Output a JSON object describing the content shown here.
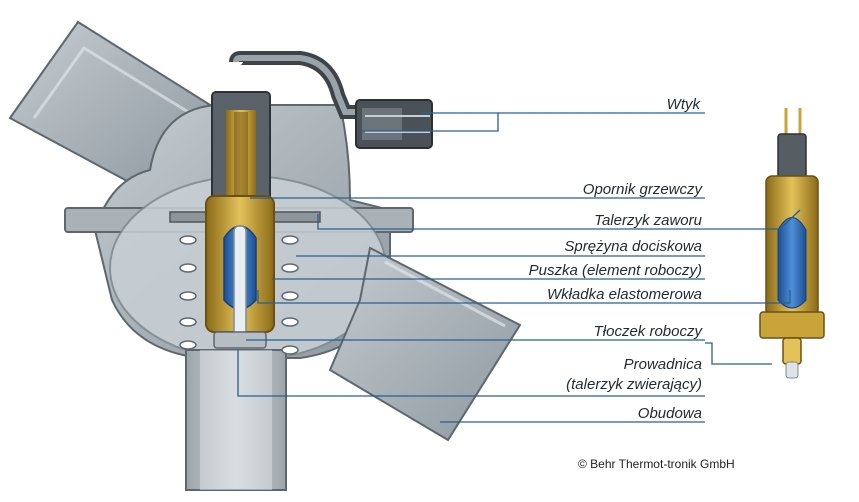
{
  "labels": {
    "wtyk": "Wtyk",
    "opornik": "Opornik grzewczy",
    "talerzyk": "Talerzyk zaworu",
    "sprezyna": "Sprężyna dociskowa",
    "puszka": "Puszka (element roboczy)",
    "wkladka": "Wkładka elastomerowa",
    "tloczek": "Tłoczek roboczy",
    "prowadnica": "Prowadnica",
    "prowadnica_sub": "(talerzyk zwierający)",
    "obudowa": "Obudowa"
  },
  "copyright": "© Behr Thermot-tronik GmbH",
  "colors": {
    "housing": "#a9b1b7",
    "housing_dark": "#6f7a82",
    "brass": "#c9a43a",
    "elastomer": "#2f6db8",
    "leader": "#2a5f8f"
  }
}
